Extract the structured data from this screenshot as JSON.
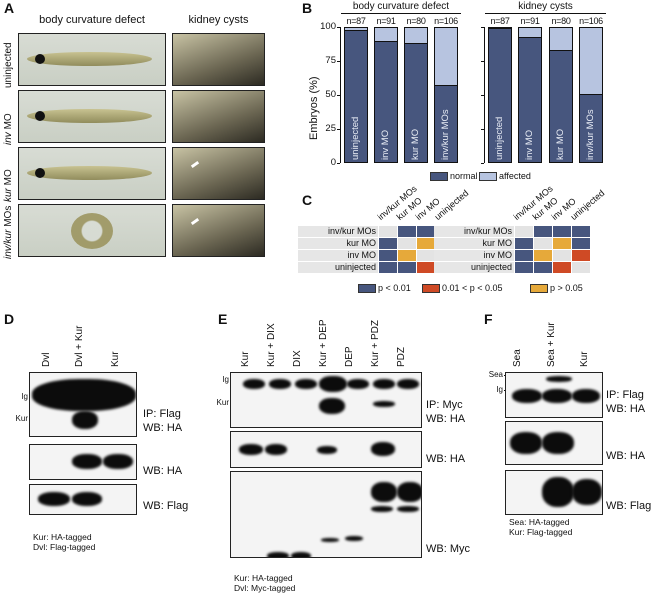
{
  "colors": {
    "normal": "#47567e",
    "affected": "#b7c4e0",
    "p_lt_001": "#47567e",
    "p_mid": "#cf4a25",
    "p_gt_005": "#e6a93a",
    "diag": "#e3e3e3"
  },
  "panel_a": {
    "label": "A",
    "col_headers": [
      "body curvature defect",
      "kidney cysts"
    ],
    "rows": [
      {
        "pre": "",
        "it": "",
        "post": "uninjected"
      },
      {
        "pre": "",
        "it": "inv",
        "post": " MO"
      },
      {
        "pre": "",
        "it": "kur",
        "post": " MO"
      },
      {
        "pre": "",
        "it": "inv/kur",
        "post": " MOs"
      }
    ]
  },
  "panel_b": {
    "label": "B",
    "legend": {
      "normal": "normal",
      "affected": "affected"
    }
  },
  "chart_data": {
    "type": "bar",
    "stacked": true,
    "ylabel": "Embryos (%)",
    "ylim": [
      0,
      100
    ],
    "yticks": [
      "0",
      "25",
      "50",
      "75",
      "100"
    ],
    "groups": [
      {
        "title": "body curvature defect",
        "categories": [
          "uninjected",
          "inv MO",
          "kur MO",
          "inv/kur MOs"
        ],
        "n": [
          "n=87",
          "n=91",
          "n=80",
          "n=106"
        ],
        "normal": [
          98,
          90,
          88,
          57
        ],
        "affected": [
          2,
          10,
          12,
          43
        ]
      },
      {
        "title": "kidney cysts",
        "categories": [
          "uninjected",
          "inv MO",
          "kur MO",
          "inv/kur MOs"
        ],
        "n": [
          "n=87",
          "n=91",
          "n=80",
          "n=106"
        ],
        "normal": [
          99,
          93,
          83,
          51
        ],
        "affected": [
          1,
          7,
          17,
          49
        ]
      }
    ],
    "series": [
      "normal",
      "affected"
    ]
  },
  "panel_c": {
    "label": "C",
    "cols": [
      "inv/kur MOs",
      "kur MO",
      "inv MO",
      "uninjected"
    ],
    "rows": [
      "inv/kur MOs",
      "kur MO",
      "inv MO",
      "uninjected"
    ],
    "matrix": [
      [
        "d",
        "a",
        "a",
        "a"
      ],
      [
        "a",
        "d",
        "c",
        "a"
      ],
      [
        "a",
        "c",
        "d",
        "b"
      ],
      [
        "a",
        "a",
        "b",
        "d"
      ]
    ],
    "legend": [
      "p < 0.01",
      "0.01 < p < 0.05",
      "p > 0.05"
    ]
  },
  "panel_d": {
    "label": "D",
    "lanes": [
      "Dvl",
      "Dvl + Kur",
      "Kur"
    ],
    "markers": [
      "Ig",
      "Kur"
    ],
    "blots": [
      "IP: Flag\nWB: HA",
      "WB: HA",
      "WB: Flag"
    ],
    "notes": [
      "Kur: HA-tagged",
      "Dvl: Flag-tagged"
    ]
  },
  "panel_e": {
    "label": "E",
    "lanes": [
      "Kur",
      "Kur + DIX",
      "DIX",
      "Kur + DEP",
      "DEP",
      "Kur + PDZ",
      "PDZ"
    ],
    "markers": [
      "Ig",
      "Kur"
    ],
    "blots": [
      "IP: Myc\nWB: HA",
      "WB: HA",
      "WB: Myc"
    ],
    "notes": [
      "Kur: HA-tagged",
      "Dvl: Myc-tagged"
    ]
  },
  "panel_f": {
    "label": "F",
    "lanes": [
      "Sea",
      "Sea + Kur",
      "Kur"
    ],
    "markers": [
      "Sea",
      "Ig"
    ],
    "blots": [
      "IP: Flag\nWB: HA",
      "WB: HA",
      "WB: Flag"
    ],
    "notes": [
      "Sea: HA-tagged",
      "Kur: Flag-tagged"
    ]
  }
}
